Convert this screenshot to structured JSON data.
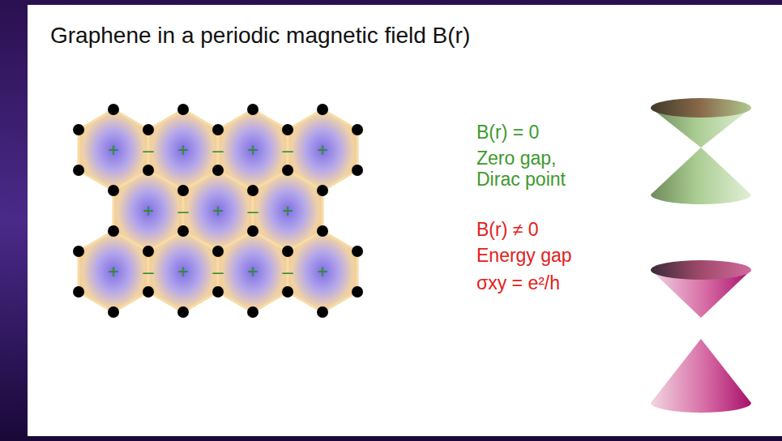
{
  "diagram": {
    "title": "Graphene in a periodic magnetic field B(r)",
    "labels": [
      "+",
      "–",
      "+",
      "–",
      "+",
      "–",
      "+",
      "+",
      "–",
      "+",
      "–",
      "+",
      "+",
      "–",
      "+",
      "–",
      "+",
      "–",
      "+",
      "B(r) = 0",
      "Zero gap, Dirac point",
      "B(r) ≠ 0",
      "Energy gap",
      "σxy = e²/h"
    ]
  }
}
